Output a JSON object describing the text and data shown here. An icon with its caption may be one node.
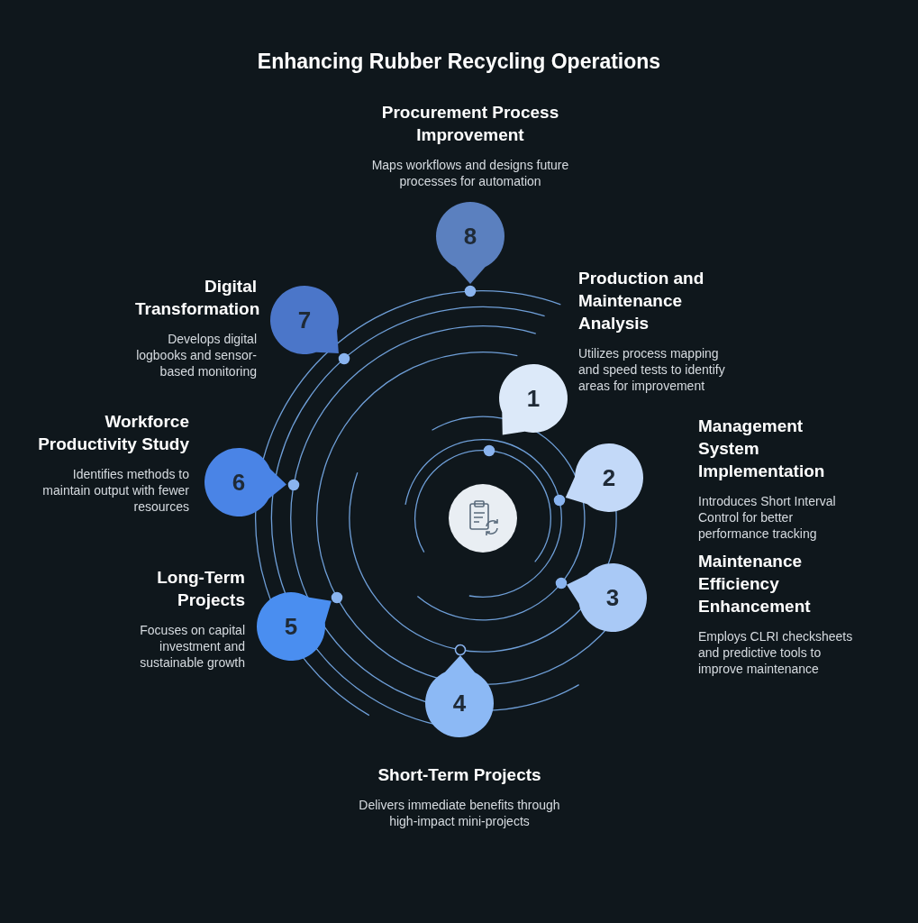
{
  "diagram": {
    "title": "Enhancing Rubber Recycling Operations",
    "nodes": [
      {
        "text": [],
        "shape": "circle"
      },
      {
        "text": [
          "1",
          "Production and Maintenance Analysis",
          "Utilizes process mapping and speed tests to identify areas for improvement"
        ]
      },
      {
        "text": [
          "2",
          "Management System Implementation",
          "Introduces Short Interval Control for better performance tracking"
        ]
      },
      {
        "text": [
          "3",
          "Maintenance Efficiency Enhancement",
          "Employs CLRI checksheets and predictive tools to improve maintenance"
        ]
      },
      {
        "text": [
          "4",
          "Short-Term Projects",
          "Delivers immediate benefits through high-impact mini-projects"
        ]
      },
      {
        "text": [
          "5",
          "Long-Term Projects",
          "Focuses on capital investment and sustainable growth"
        ]
      },
      {
        "text": [
          "6",
          "Workforce Productivity Study",
          "Identifies methods to maintain output with fewer resources"
        ]
      },
      {
        "text": [
          "7",
          "Digital Transformation",
          "Develops digital logbooks and sensor-based monitoring"
        ]
      },
      {
        "text": [
          "Procurement Process Improvement",
          "Maps workflows and designs future processes for automation",
          "8"
        ]
      }
    ]
  }
}
